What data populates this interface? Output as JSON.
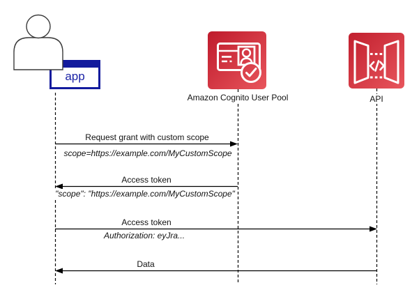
{
  "diagram": {
    "participants": [
      {
        "id": "app",
        "label": "app",
        "icon": "person-actor-icon"
      },
      {
        "id": "cognito",
        "label": "Amazon Cognito User Pool",
        "icon": "cognito-user-pool-icon"
      },
      {
        "id": "api",
        "label": "API",
        "icon": "api-gateway-icon"
      }
    ],
    "messages": [
      {
        "from": "app",
        "to": "cognito",
        "direction": "right",
        "label": "Request grant with custom scope",
        "detail": "scope=https://example.com/MyCustomScope"
      },
      {
        "from": "cognito",
        "to": "app",
        "direction": "left",
        "label": "Access token",
        "detail": "\"scope\": \"https://example.com/MyCustomScope\""
      },
      {
        "from": "app",
        "to": "api",
        "direction": "right",
        "label": "Access token",
        "detail": "Authorization: eyJra..."
      },
      {
        "from": "api",
        "to": "app",
        "direction": "left",
        "label": "Data",
        "detail": ""
      }
    ],
    "colors": {
      "aws_red_dark": "#BF1B2C",
      "aws_red_light": "#E8555C",
      "window_navy": "#131B9D",
      "line_black": "#000000"
    }
  }
}
